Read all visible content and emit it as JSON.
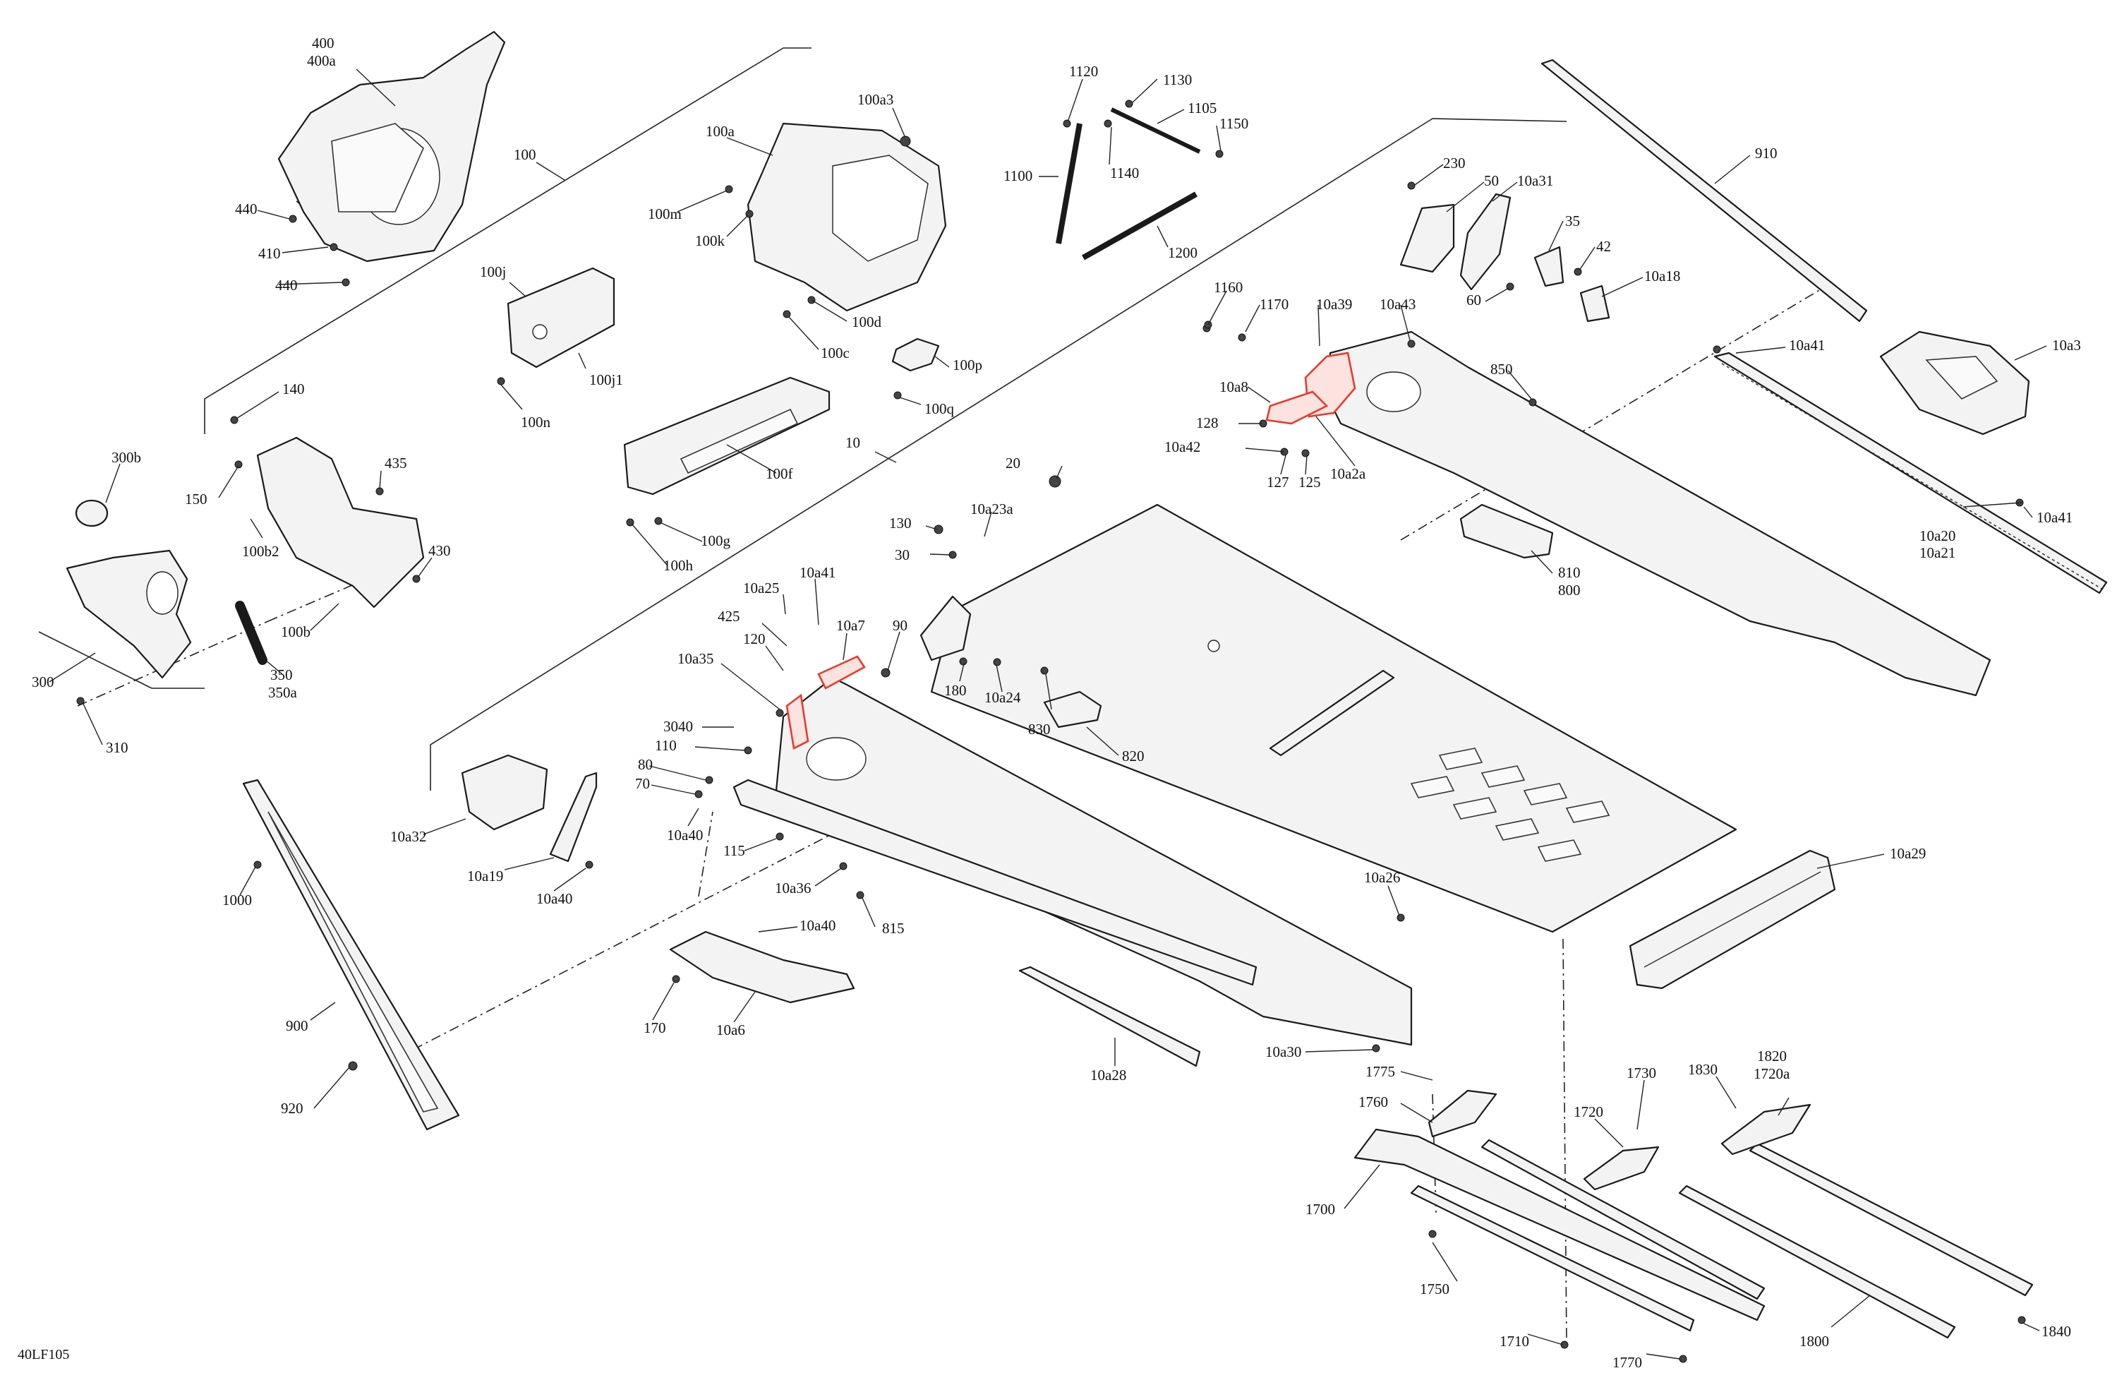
{
  "diagram_code": "40LF105",
  "callouts": [
    {
      "id": "400",
      "text": "400"
    },
    {
      "id": "400a",
      "text": "400a"
    },
    {
      "id": "100",
      "text": "100"
    },
    {
      "id": "440a",
      "text": "440"
    },
    {
      "id": "410",
      "text": "410"
    },
    {
      "id": "440b",
      "text": "440"
    },
    {
      "id": "100a",
      "text": "100a"
    },
    {
      "id": "100a3",
      "text": "100a3"
    },
    {
      "id": "100m",
      "text": "100m"
    },
    {
      "id": "100k",
      "text": "100k"
    },
    {
      "id": "100d",
      "text": "100d"
    },
    {
      "id": "100c",
      "text": "100c"
    },
    {
      "id": "100j",
      "text": "100j"
    },
    {
      "id": "100j1",
      "text": "100j1"
    },
    {
      "id": "100n",
      "text": "100n"
    },
    {
      "id": "100p",
      "text": "100p"
    },
    {
      "id": "100q",
      "text": "100q"
    },
    {
      "id": "1120",
      "text": "1120"
    },
    {
      "id": "1130",
      "text": "1130"
    },
    {
      "id": "1105",
      "text": "1105"
    },
    {
      "id": "1150",
      "text": "1150"
    },
    {
      "id": "1100",
      "text": "1100"
    },
    {
      "id": "1140",
      "text": "1140"
    },
    {
      "id": "1200",
      "text": "1200"
    },
    {
      "id": "910",
      "text": "910"
    },
    {
      "id": "230",
      "text": "230"
    },
    {
      "id": "50",
      "text": "50"
    },
    {
      "id": "10a31",
      "text": "10a31"
    },
    {
      "id": "35",
      "text": "35"
    },
    {
      "id": "42",
      "text": "42"
    },
    {
      "id": "10a18",
      "text": "10a18"
    },
    {
      "id": "60",
      "text": "60"
    },
    {
      "id": "1160",
      "text": "1160"
    },
    {
      "id": "1170",
      "text": "1170"
    },
    {
      "id": "10a39",
      "text": "10a39"
    },
    {
      "id": "10a43",
      "text": "10a43"
    },
    {
      "id": "10a41a",
      "text": "10a41"
    },
    {
      "id": "10a3",
      "text": "10a3"
    },
    {
      "id": "850",
      "text": "850"
    },
    {
      "id": "10a8",
      "text": "10a8"
    },
    {
      "id": "128",
      "text": "128"
    },
    {
      "id": "10a42",
      "text": "10a42"
    },
    {
      "id": "127",
      "text": "127"
    },
    {
      "id": "125",
      "text": "125"
    },
    {
      "id": "10a2a",
      "text": "10a2a"
    },
    {
      "id": "10a20",
      "text": "10a20"
    },
    {
      "id": "10a21",
      "text": "10a21"
    },
    {
      "id": "10a41b",
      "text": "10a41"
    },
    {
      "id": "810",
      "text": "810"
    },
    {
      "id": "800",
      "text": "800"
    },
    {
      "id": "140",
      "text": "140"
    },
    {
      "id": "150",
      "text": "150"
    },
    {
      "id": "435",
      "text": "435"
    },
    {
      "id": "300b",
      "text": "300b"
    },
    {
      "id": "100b2",
      "text": "100b2"
    },
    {
      "id": "430",
      "text": "430"
    },
    {
      "id": "100b",
      "text": "100b"
    },
    {
      "id": "300",
      "text": "300"
    },
    {
      "id": "350",
      "text": "350"
    },
    {
      "id": "350a",
      "text": "350a"
    },
    {
      "id": "310",
      "text": "310"
    },
    {
      "id": "100f",
      "text": "100f"
    },
    {
      "id": "100g",
      "text": "100g"
    },
    {
      "id": "100h",
      "text": "100h"
    },
    {
      "id": "10",
      "text": "10"
    },
    {
      "id": "20",
      "text": "20"
    },
    {
      "id": "130",
      "text": "130"
    },
    {
      "id": "10a23a",
      "text": "10a23a"
    },
    {
      "id": "30",
      "text": "30"
    },
    {
      "id": "10a25",
      "text": "10a25"
    },
    {
      "id": "10a41c",
      "text": "10a41"
    },
    {
      "id": "425",
      "text": "425"
    },
    {
      "id": "10a7",
      "text": "10a7"
    },
    {
      "id": "90",
      "text": "90"
    },
    {
      "id": "120",
      "text": "120"
    },
    {
      "id": "10a35",
      "text": "10a35"
    },
    {
      "id": "180",
      "text": "180"
    },
    {
      "id": "10a24",
      "text": "10a24"
    },
    {
      "id": "830",
      "text": "830"
    },
    {
      "id": "820",
      "text": "820"
    },
    {
      "id": "3040",
      "text": "3040"
    },
    {
      "id": "110",
      "text": "110"
    },
    {
      "id": "80",
      "text": "80"
    },
    {
      "id": "70",
      "text": "70"
    },
    {
      "id": "10a40a",
      "text": "10a40"
    },
    {
      "id": "10a32",
      "text": "10a32"
    },
    {
      "id": "10a19",
      "text": "10a19"
    },
    {
      "id": "10a40b",
      "text": "10a40"
    },
    {
      "id": "115",
      "text": "115"
    },
    {
      "id": "10a36",
      "text": "10a36"
    },
    {
      "id": "815",
      "text": "815"
    },
    {
      "id": "1000",
      "text": "1000"
    },
    {
      "id": "10a40c",
      "text": "10a40"
    },
    {
      "id": "170",
      "text": "170"
    },
    {
      "id": "10a6",
      "text": "10a6"
    },
    {
      "id": "10a26",
      "text": "10a26"
    },
    {
      "id": "10a29",
      "text": "10a29"
    },
    {
      "id": "900",
      "text": "900"
    },
    {
      "id": "920",
      "text": "920"
    },
    {
      "id": "10a28",
      "text": "10a28"
    },
    {
      "id": "10a30",
      "text": "10a30"
    },
    {
      "id": "1775",
      "text": "1775"
    },
    {
      "id": "1760",
      "text": "1760"
    },
    {
      "id": "1730",
      "text": "1730"
    },
    {
      "id": "1720",
      "text": "1720"
    },
    {
      "id": "1830",
      "text": "1830"
    },
    {
      "id": "1820",
      "text": "1820"
    },
    {
      "id": "1720a",
      "text": "1720a"
    },
    {
      "id": "1700",
      "text": "1700"
    },
    {
      "id": "1750",
      "text": "1750"
    },
    {
      "id": "1710",
      "text": "1710"
    },
    {
      "id": "1770",
      "text": "1770"
    },
    {
      "id": "1800",
      "text": "1800"
    },
    {
      "id": "1840",
      "text": "1840"
    }
  ],
  "colors": {
    "highlight": "#e63b2e",
    "line": "#1a1a1a",
    "background": "#ffffff"
  }
}
